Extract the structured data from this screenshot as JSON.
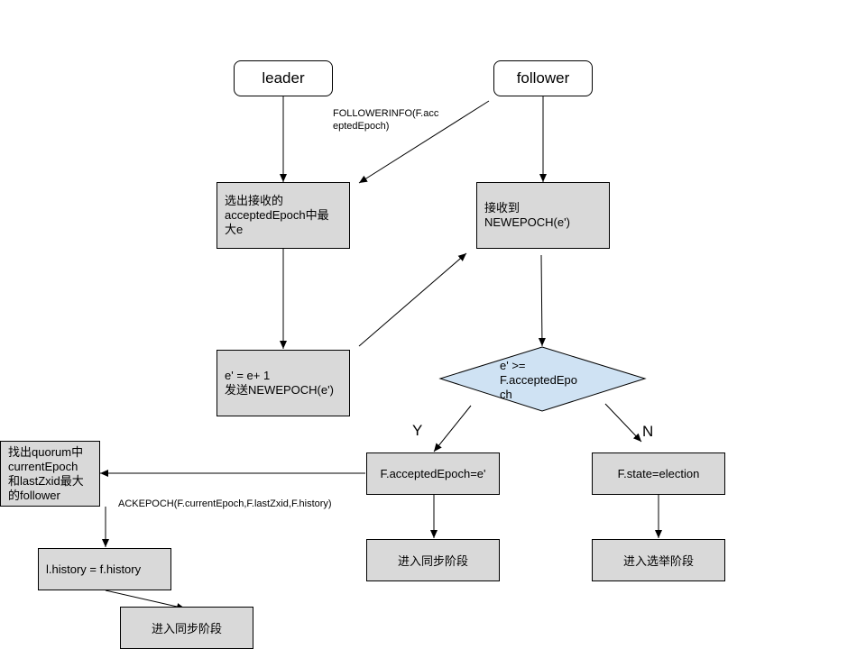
{
  "nodes": {
    "leader": "leader",
    "follower": "follower",
    "leader_select": "选出接收的\nacceptedEpoch中最\n大e",
    "follower_receive": "接收到\nNEWEPOCH(e')",
    "leader_send": "e' = e+ 1\n发送NEWEPOCH(e')",
    "decision": "e' >=\nF.acceptedEpo\nch",
    "set_epoch": "F.acceptedEpoch=e'",
    "set_election": "F.state=election",
    "enter_sync_follower": "进入同步阶段",
    "enter_election": "进入选举阶段",
    "find_quorum": "找出quorum中\ncurrentEpoch\n和lastZxid最大\n的follower",
    "history": "l.history = f.history",
    "enter_sync_leader": "进入同步阶段"
  },
  "edge_labels": {
    "followerinfo": "FOLLOWERINFO(F.acc\neptedEpoch)",
    "ackepoch": "ACKEPOCH(F.currentEpoch,F.lastZxid,F.history)",
    "yes": "Y",
    "no": "N"
  },
  "colors": {
    "box_fill": "#d9d9d9",
    "decision_fill": "#cfe2f3",
    "line": "#000000"
  }
}
